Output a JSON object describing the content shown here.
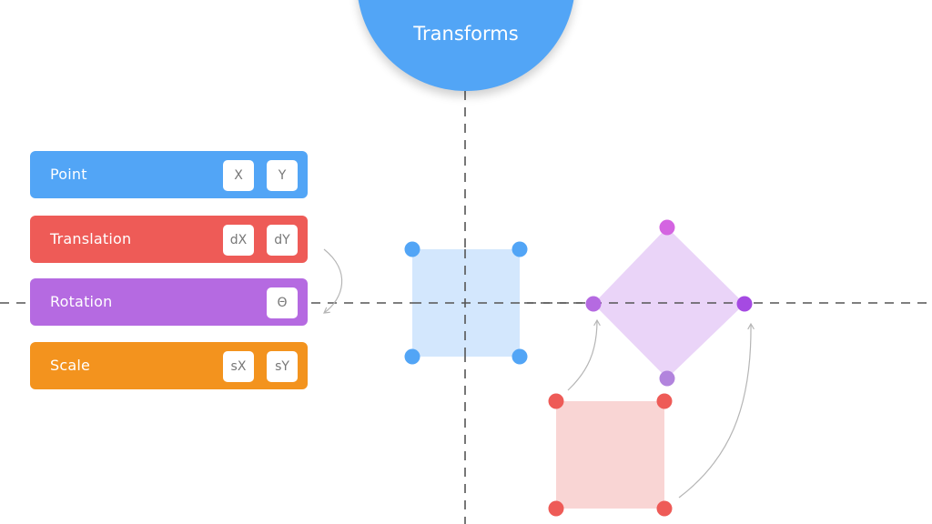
{
  "title": "Transforms",
  "colors": {
    "blue": "#52a5f6",
    "red": "#ee5b57",
    "purple": "#b56ae1",
    "orange": "#f3931e",
    "blue_fill": "#d3e7fd",
    "purple_fill": "#ead4f8",
    "red_fill": "#f9d5d4",
    "purple_dot_light": "#b284dd",
    "purple_dot_pink": "#d464e1",
    "purple_dot_dark": "#a54ae2",
    "axis": "#555555",
    "arrow": "#b5b5b5"
  },
  "bars": [
    {
      "label": "Point",
      "chips": [
        "X",
        "Y"
      ],
      "color": "#52a5f6"
    },
    {
      "label": "Translation",
      "chips": [
        "dX",
        "dY"
      ],
      "color": "#ee5b57"
    },
    {
      "label": "Rotation",
      "chips": [
        "Θ"
      ],
      "color": "#b56ae1"
    },
    {
      "label": "Scale",
      "chips": [
        "sX",
        "sY"
      ],
      "color": "#f3931e"
    }
  ],
  "shapes": [
    {
      "name": "blue-square",
      "kind": "square-vertex-handles"
    },
    {
      "name": "purple-diamond",
      "kind": "rotated-square-vertex-handles"
    },
    {
      "name": "red-square",
      "kind": "square-vertex-handles"
    }
  ]
}
